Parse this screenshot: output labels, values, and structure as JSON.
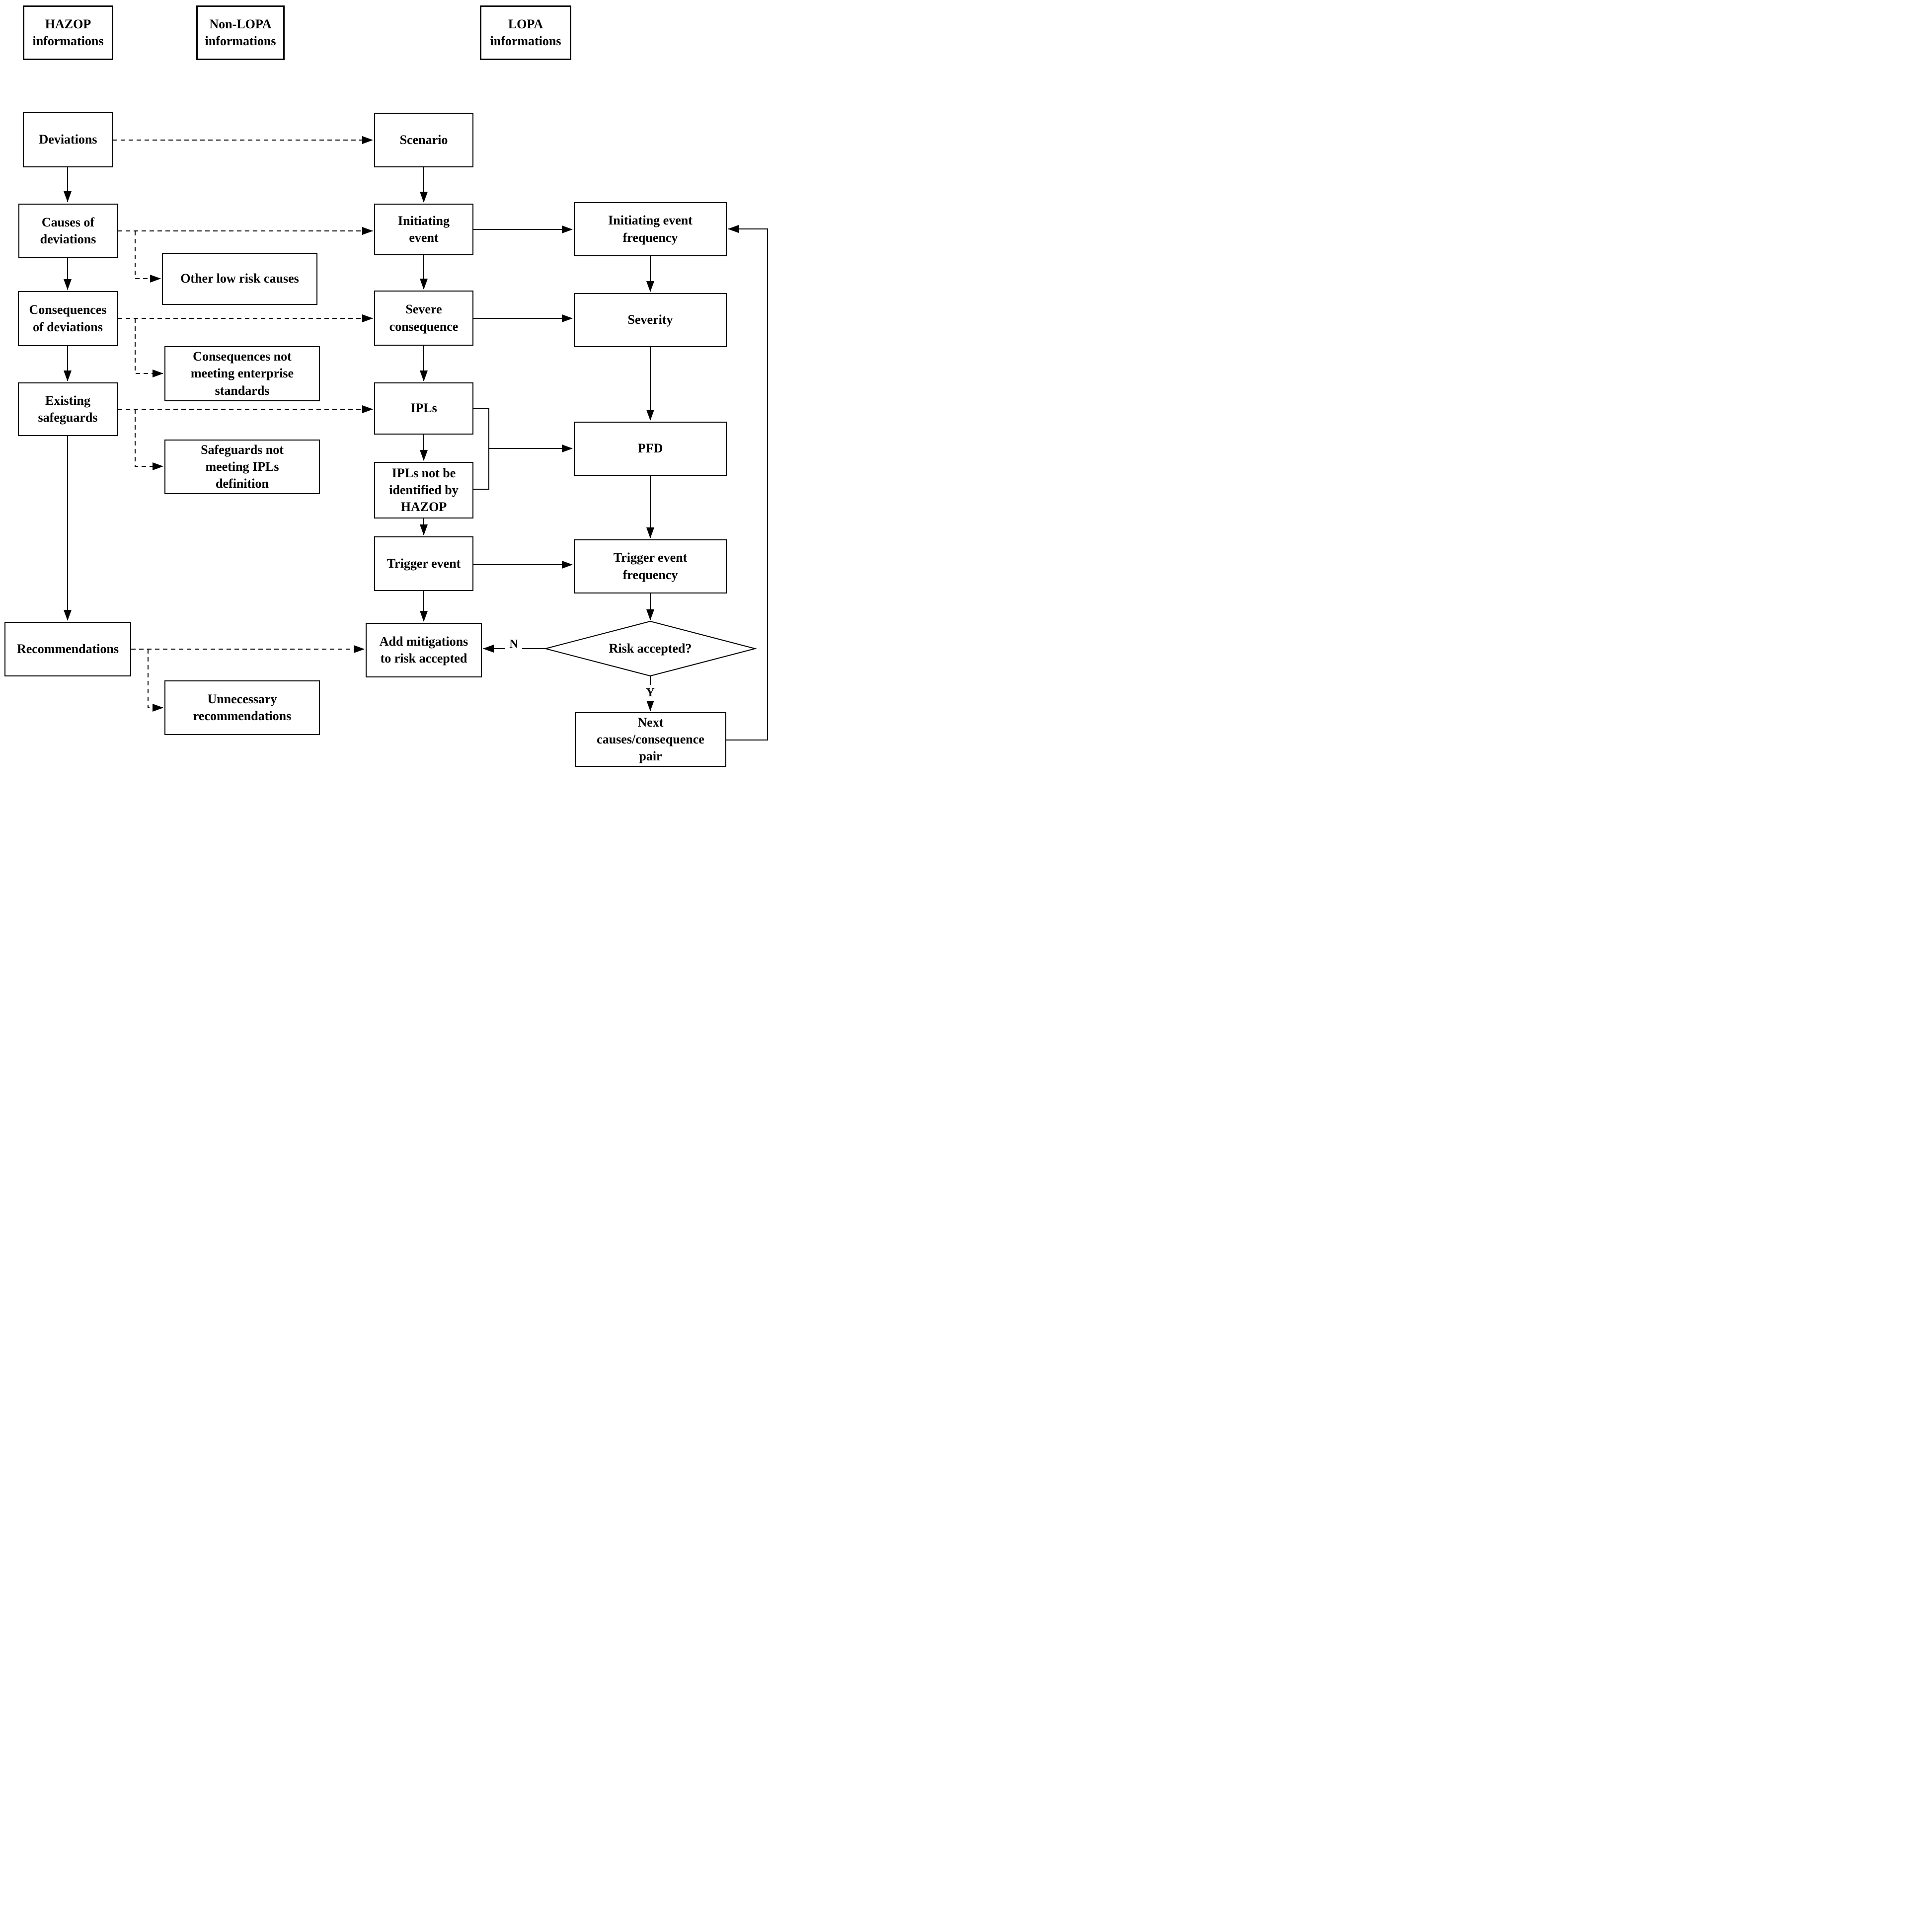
{
  "diagram_title": "HAZOP-LOPA information flow diagram",
  "colors": {
    "line": "#000000",
    "box_border": "#000000",
    "box_fill": "#ffffff",
    "background": "#ffffff",
    "text": "#000000"
  },
  "nodes": {
    "hazop_header": {
      "label": "HAZOP\ninformations"
    },
    "non_lopa_header": {
      "label": "Non-LOPA\ninformations"
    },
    "lopa_header": {
      "label": "LOPA\ninformations"
    },
    "deviations": {
      "label": "Deviations"
    },
    "causes_of_deviations": {
      "label": "Causes of\ndeviations"
    },
    "consequences_of_deviations": {
      "label": "Consequences\nof deviations"
    },
    "existing_safeguards": {
      "label": "Existing\nsafeguards"
    },
    "recommendations": {
      "label": "Recommendations"
    },
    "other_low_risk_causes": {
      "label": "Other low risk causes"
    },
    "consequences_not_meeting": {
      "label": "Consequences not\nmeeting enterprise\nstandards"
    },
    "safeguards_not_meeting": {
      "label": "Safeguards not\nmeeting IPLs\ndefinition"
    },
    "unnecessary_recommendations": {
      "label": "Unnecessary\nrecommendations"
    },
    "scenario": {
      "label": "Scenario"
    },
    "initiating_event": {
      "label": "Initiating\nevent"
    },
    "severe_consequence": {
      "label": "Severe\nconsequence"
    },
    "ipls": {
      "label": "IPLs"
    },
    "ipls_not_identified": {
      "label": "IPLs not be\nidentified by\nHAZOP"
    },
    "trigger_event": {
      "label": "Trigger event"
    },
    "add_mitigations": {
      "label": "Add mitigations\nto risk accepted"
    },
    "initiating_event_frequency": {
      "label": "Initiating event\nfrequency"
    },
    "severity": {
      "label": "Severity"
    },
    "pfd": {
      "label": "PFD"
    },
    "trigger_event_frequency": {
      "label": "Trigger event\nfrequency"
    },
    "risk_accepted": {
      "label": "Risk accepted?"
    },
    "next_pair": {
      "label": "Next\ncauses/consequence\npair"
    }
  },
  "edge_labels": {
    "yes": "Y",
    "no": "N"
  },
  "edges": [
    {
      "from": "deviations",
      "to": "causes_of_deviations",
      "style": "solid"
    },
    {
      "from": "causes_of_deviations",
      "to": "consequences_of_deviations",
      "style": "solid"
    },
    {
      "from": "consequences_of_deviations",
      "to": "existing_safeguards",
      "style": "solid"
    },
    {
      "from": "existing_safeguards",
      "to": "recommendations",
      "style": "solid"
    },
    {
      "from": "deviations",
      "to": "scenario",
      "style": "dashed"
    },
    {
      "from": "causes_of_deviations",
      "to": "initiating_event",
      "style": "dashed"
    },
    {
      "from": "causes_of_deviations",
      "to": "other_low_risk_causes",
      "style": "dashed"
    },
    {
      "from": "consequences_of_deviations",
      "to": "severe_consequence",
      "style": "dashed"
    },
    {
      "from": "consequences_of_deviations",
      "to": "consequences_not_meeting",
      "style": "dashed"
    },
    {
      "from": "existing_safeguards",
      "to": "ipls",
      "style": "dashed"
    },
    {
      "from": "existing_safeguards",
      "to": "safeguards_not_meeting",
      "style": "dashed"
    },
    {
      "from": "recommendations",
      "to": "add_mitigations",
      "style": "dashed"
    },
    {
      "from": "recommendations",
      "to": "unnecessary_recommendations",
      "style": "dashed"
    },
    {
      "from": "scenario",
      "to": "initiating_event",
      "style": "solid"
    },
    {
      "from": "initiating_event",
      "to": "severe_consequence",
      "style": "solid"
    },
    {
      "from": "severe_consequence",
      "to": "ipls",
      "style": "solid"
    },
    {
      "from": "ipls",
      "to": "ipls_not_identified",
      "style": "solid"
    },
    {
      "from": "ipls_not_identified",
      "to": "trigger_event",
      "style": "solid"
    },
    {
      "from": "trigger_event",
      "to": "add_mitigations",
      "style": "solid"
    },
    {
      "from": "initiating_event",
      "to": "initiating_event_frequency",
      "style": "solid"
    },
    {
      "from": "severe_consequence",
      "to": "severity",
      "style": "solid"
    },
    {
      "from": "ipls",
      "to": "pfd",
      "style": "solid"
    },
    {
      "from": "ipls_not_identified",
      "to": "pfd",
      "style": "solid"
    },
    {
      "from": "trigger_event",
      "to": "trigger_event_frequency",
      "style": "solid"
    },
    {
      "from": "initiating_event_frequency",
      "to": "severity",
      "style": "solid"
    },
    {
      "from": "severity",
      "to": "pfd",
      "style": "solid"
    },
    {
      "from": "pfd",
      "to": "trigger_event_frequency",
      "style": "solid"
    },
    {
      "from": "trigger_event_frequency",
      "to": "risk_accepted",
      "style": "solid"
    },
    {
      "from": "risk_accepted",
      "to": "add_mitigations",
      "style": "solid",
      "label": "N"
    },
    {
      "from": "risk_accepted",
      "to": "next_pair",
      "style": "solid",
      "label": "Y"
    },
    {
      "from": "next_pair",
      "to": "initiating_event_frequency",
      "style": "solid"
    }
  ]
}
